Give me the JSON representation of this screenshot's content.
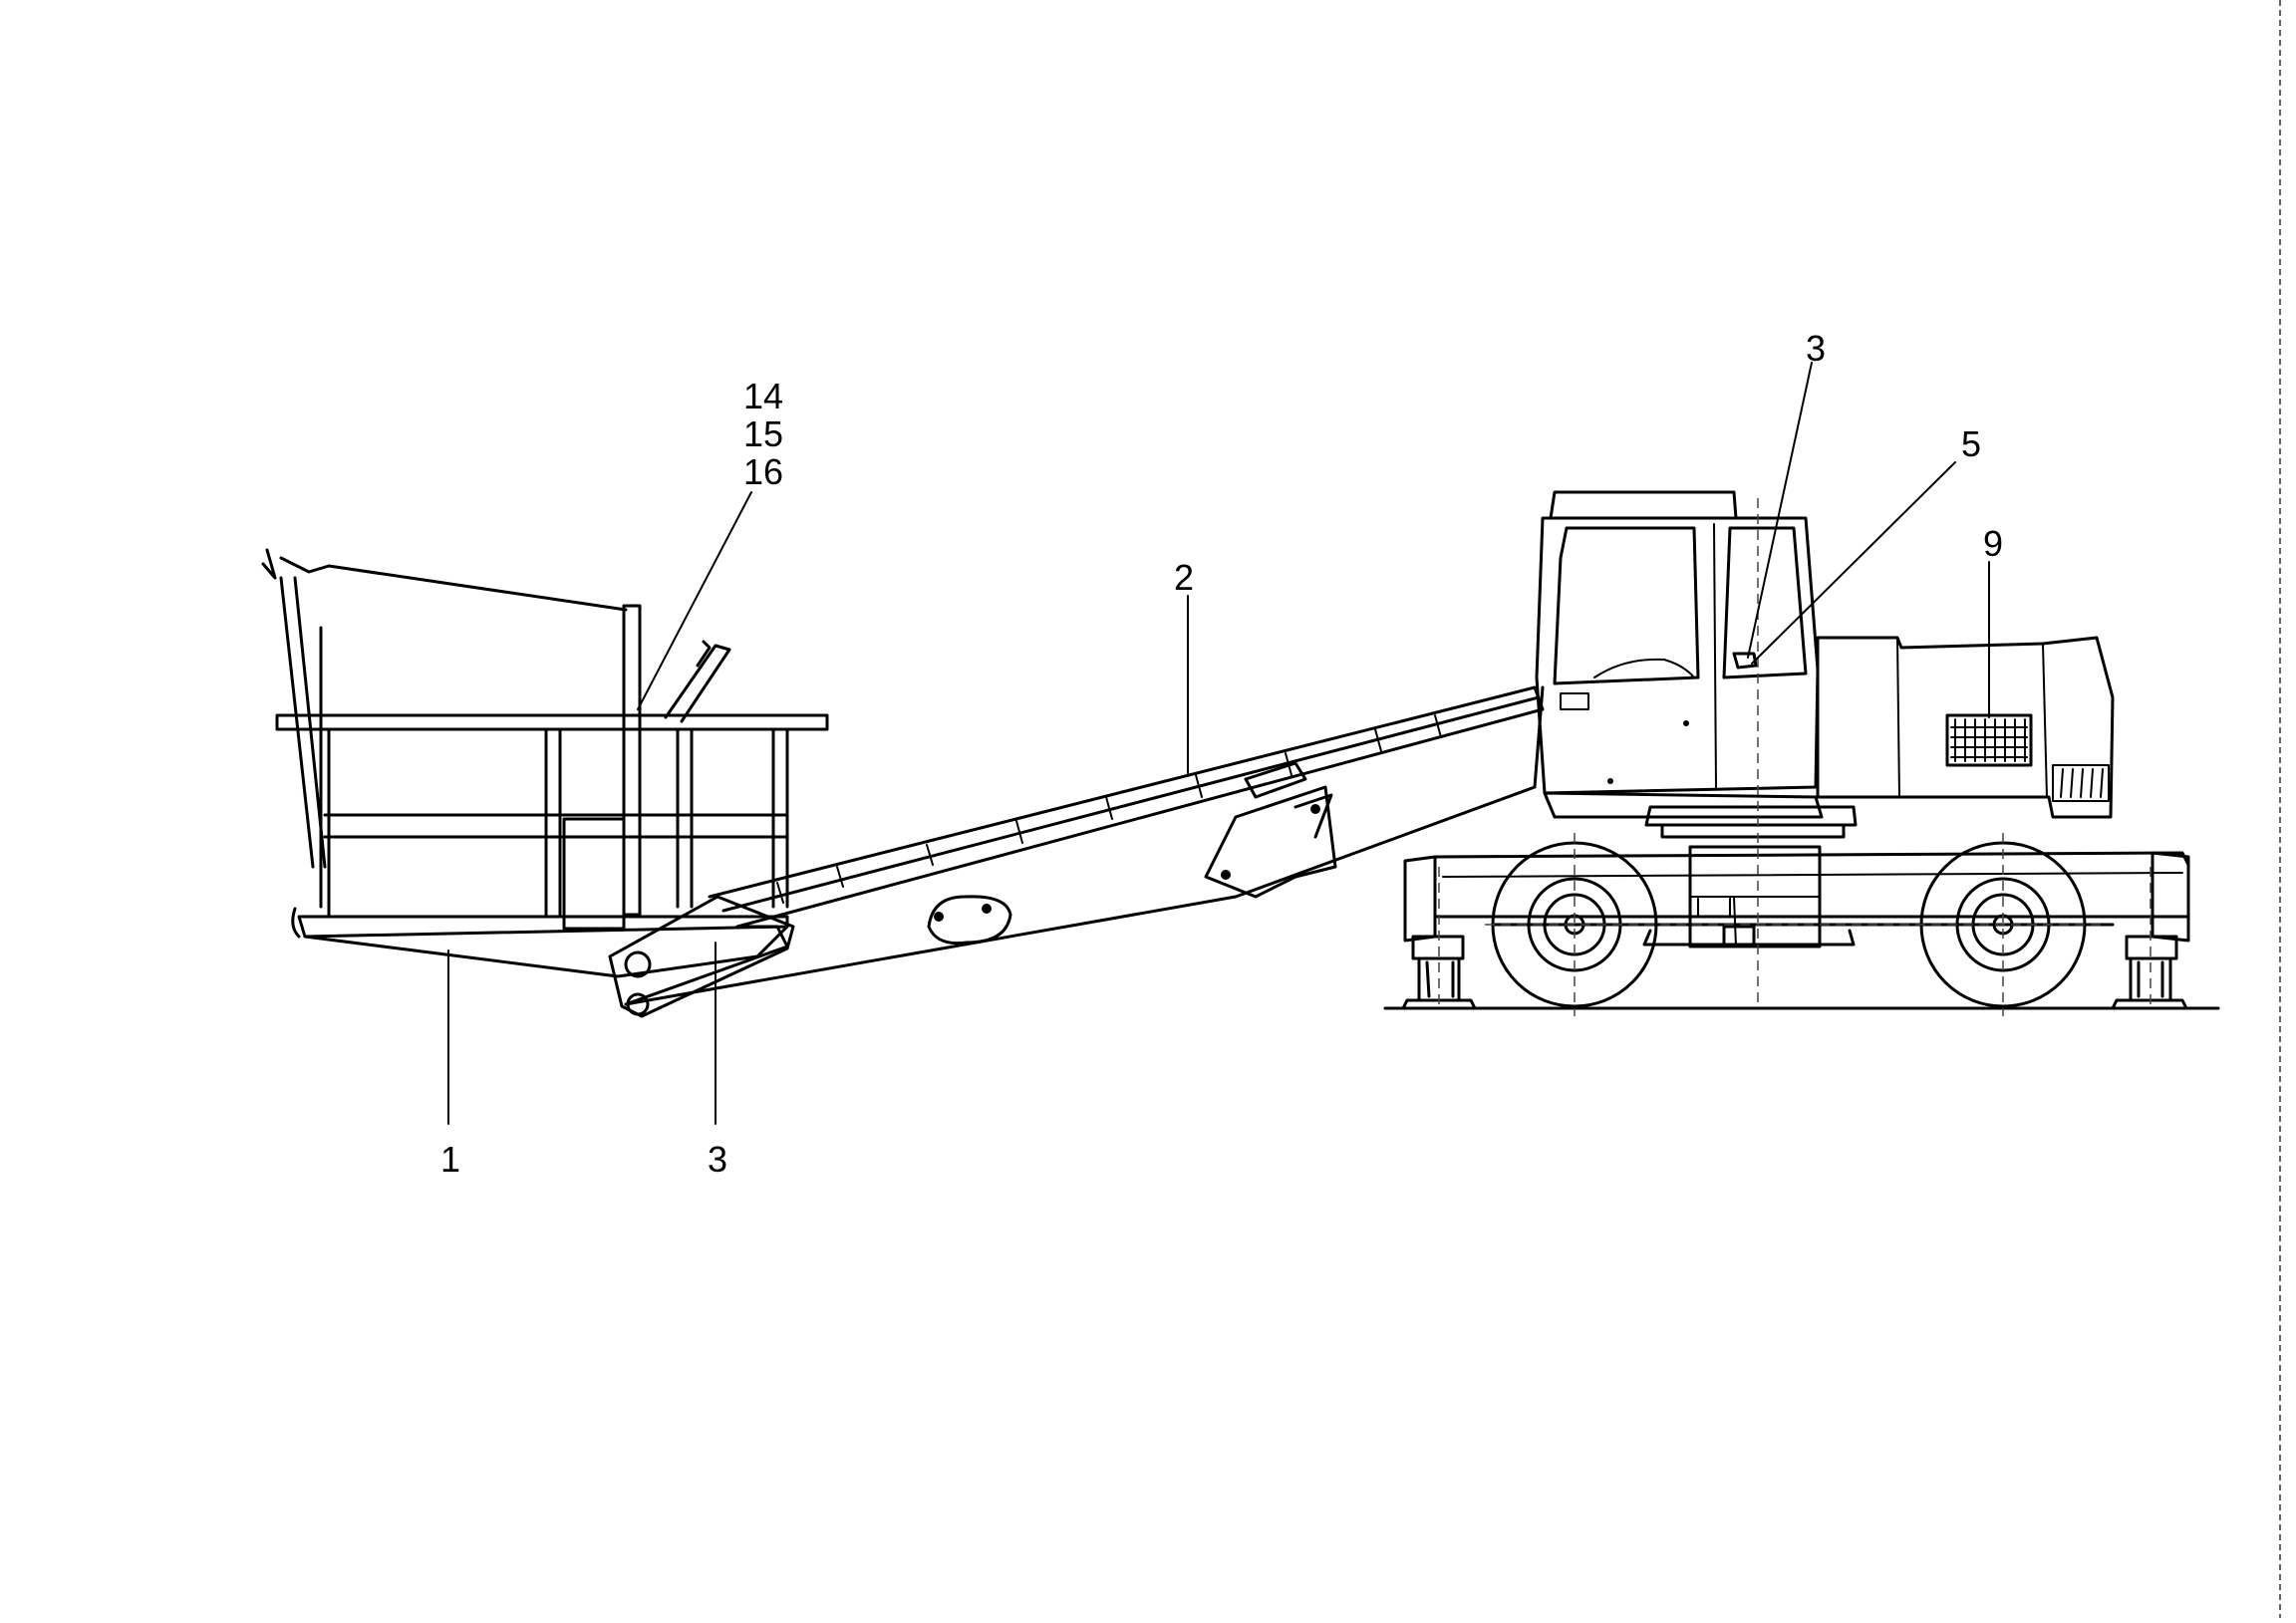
{
  "callouts": {
    "platform": "1",
    "boom": "2",
    "cab_control": "3",
    "platform_control": "3",
    "cab_switch": "5",
    "engine_grille": "9",
    "top_a": "14",
    "top_b": "15",
    "top_c": "16"
  }
}
